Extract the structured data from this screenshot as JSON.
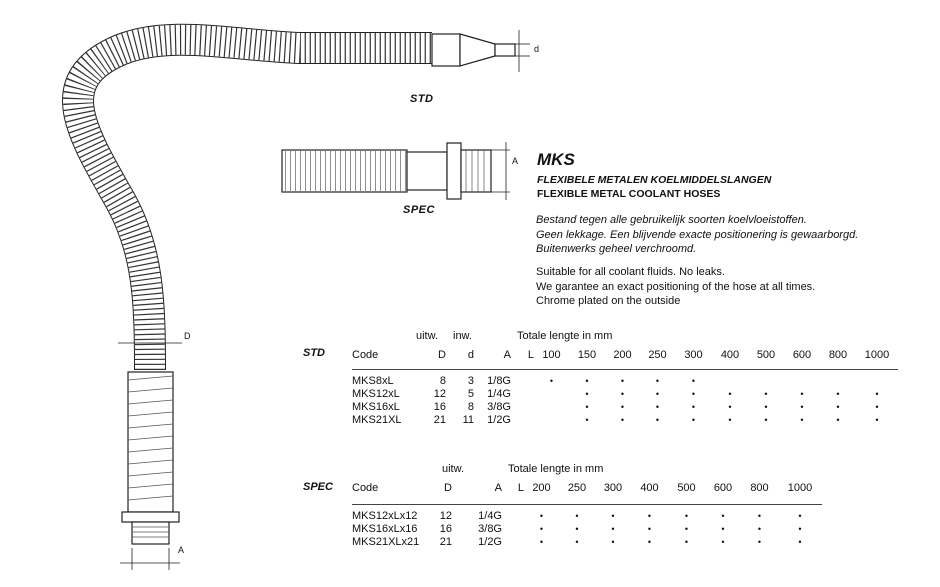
{
  "drawing": {
    "std_label": "STD",
    "spec_label": "SPEC",
    "dim_d": "d",
    "dim_A_spec": "A",
    "dim_D": "D",
    "dim_A_bottom": "A"
  },
  "header": {
    "title": "MKS",
    "subtitle_nl": "FLEXIBELE  METALEN KOELMIDDELSLANGEN",
    "subtitle_en": "FLEXIBLE METAL COOLANT HOSES"
  },
  "description_nl": [
    "Bestand tegen alle gebruikelijk soorten koelvloeistoffen.",
    "Geen lekkage. Een blijvende exacte positionering is gewaarborgd.",
    "Buitenwerks geheel verchroomd."
  ],
  "description_en": [
    "Suitable for all coolant fluids. No leaks.",
    "We garantee an exact positioning of the hose at all times.",
    "Chrome plated on the outside"
  ],
  "std_table": {
    "section": "STD",
    "header_top": {
      "uitw": "uitw.",
      "inw": "inw.",
      "lengths": "Totale lengte in mm"
    },
    "header": {
      "code": "Code",
      "D": "D",
      "d": "d",
      "A": "A",
      "L": "L"
    },
    "lengths": [
      "100",
      "150",
      "200",
      "250",
      "300",
      "400",
      "500",
      "600",
      "800",
      "1000"
    ],
    "dot": "•",
    "rows": [
      {
        "code": "MKS8xL",
        "D": "8",
        "d": "3",
        "A": "1/8G",
        "avail": [
          1,
          1,
          1,
          1,
          1,
          0,
          0,
          0,
          0,
          0
        ]
      },
      {
        "code": "MKS12xL",
        "D": "12",
        "d": "5",
        "A": "1/4G",
        "avail": [
          0,
          1,
          1,
          1,
          1,
          1,
          1,
          1,
          1,
          1
        ]
      },
      {
        "code": "MKS16xL",
        "D": "16",
        "d": "8",
        "A": "3/8G",
        "avail": [
          0,
          1,
          1,
          1,
          1,
          1,
          1,
          1,
          1,
          1
        ]
      },
      {
        "code": "MKS21XL",
        "D": "21",
        "d": "11",
        "A": "1/2G",
        "avail": [
          0,
          1,
          1,
          1,
          1,
          1,
          1,
          1,
          1,
          1
        ]
      }
    ]
  },
  "spec_table": {
    "section": "SPEC",
    "header_top": {
      "uitw": "uitw.",
      "lengths": "Totale lengte in mm"
    },
    "header": {
      "code": "Code",
      "D": "D",
      "A": "A",
      "L": "L"
    },
    "lengths": [
      "200",
      "250",
      "300",
      "400",
      "500",
      "600",
      "800",
      "1000"
    ],
    "dot": "•",
    "rows": [
      {
        "code": "MKS12xLx12",
        "D": "12",
        "A": "1/4G",
        "avail": [
          1,
          1,
          1,
          1,
          1,
          1,
          1,
          1
        ]
      },
      {
        "code": "MKS16xLx16",
        "D": "16",
        "A": "3/8G",
        "avail": [
          1,
          1,
          1,
          1,
          1,
          1,
          1,
          1
        ]
      },
      {
        "code": "MKS21XLx21",
        "D": "21",
        "A": "1/2G",
        "avail": [
          1,
          1,
          1,
          1,
          1,
          1,
          1,
          1
        ]
      }
    ]
  }
}
